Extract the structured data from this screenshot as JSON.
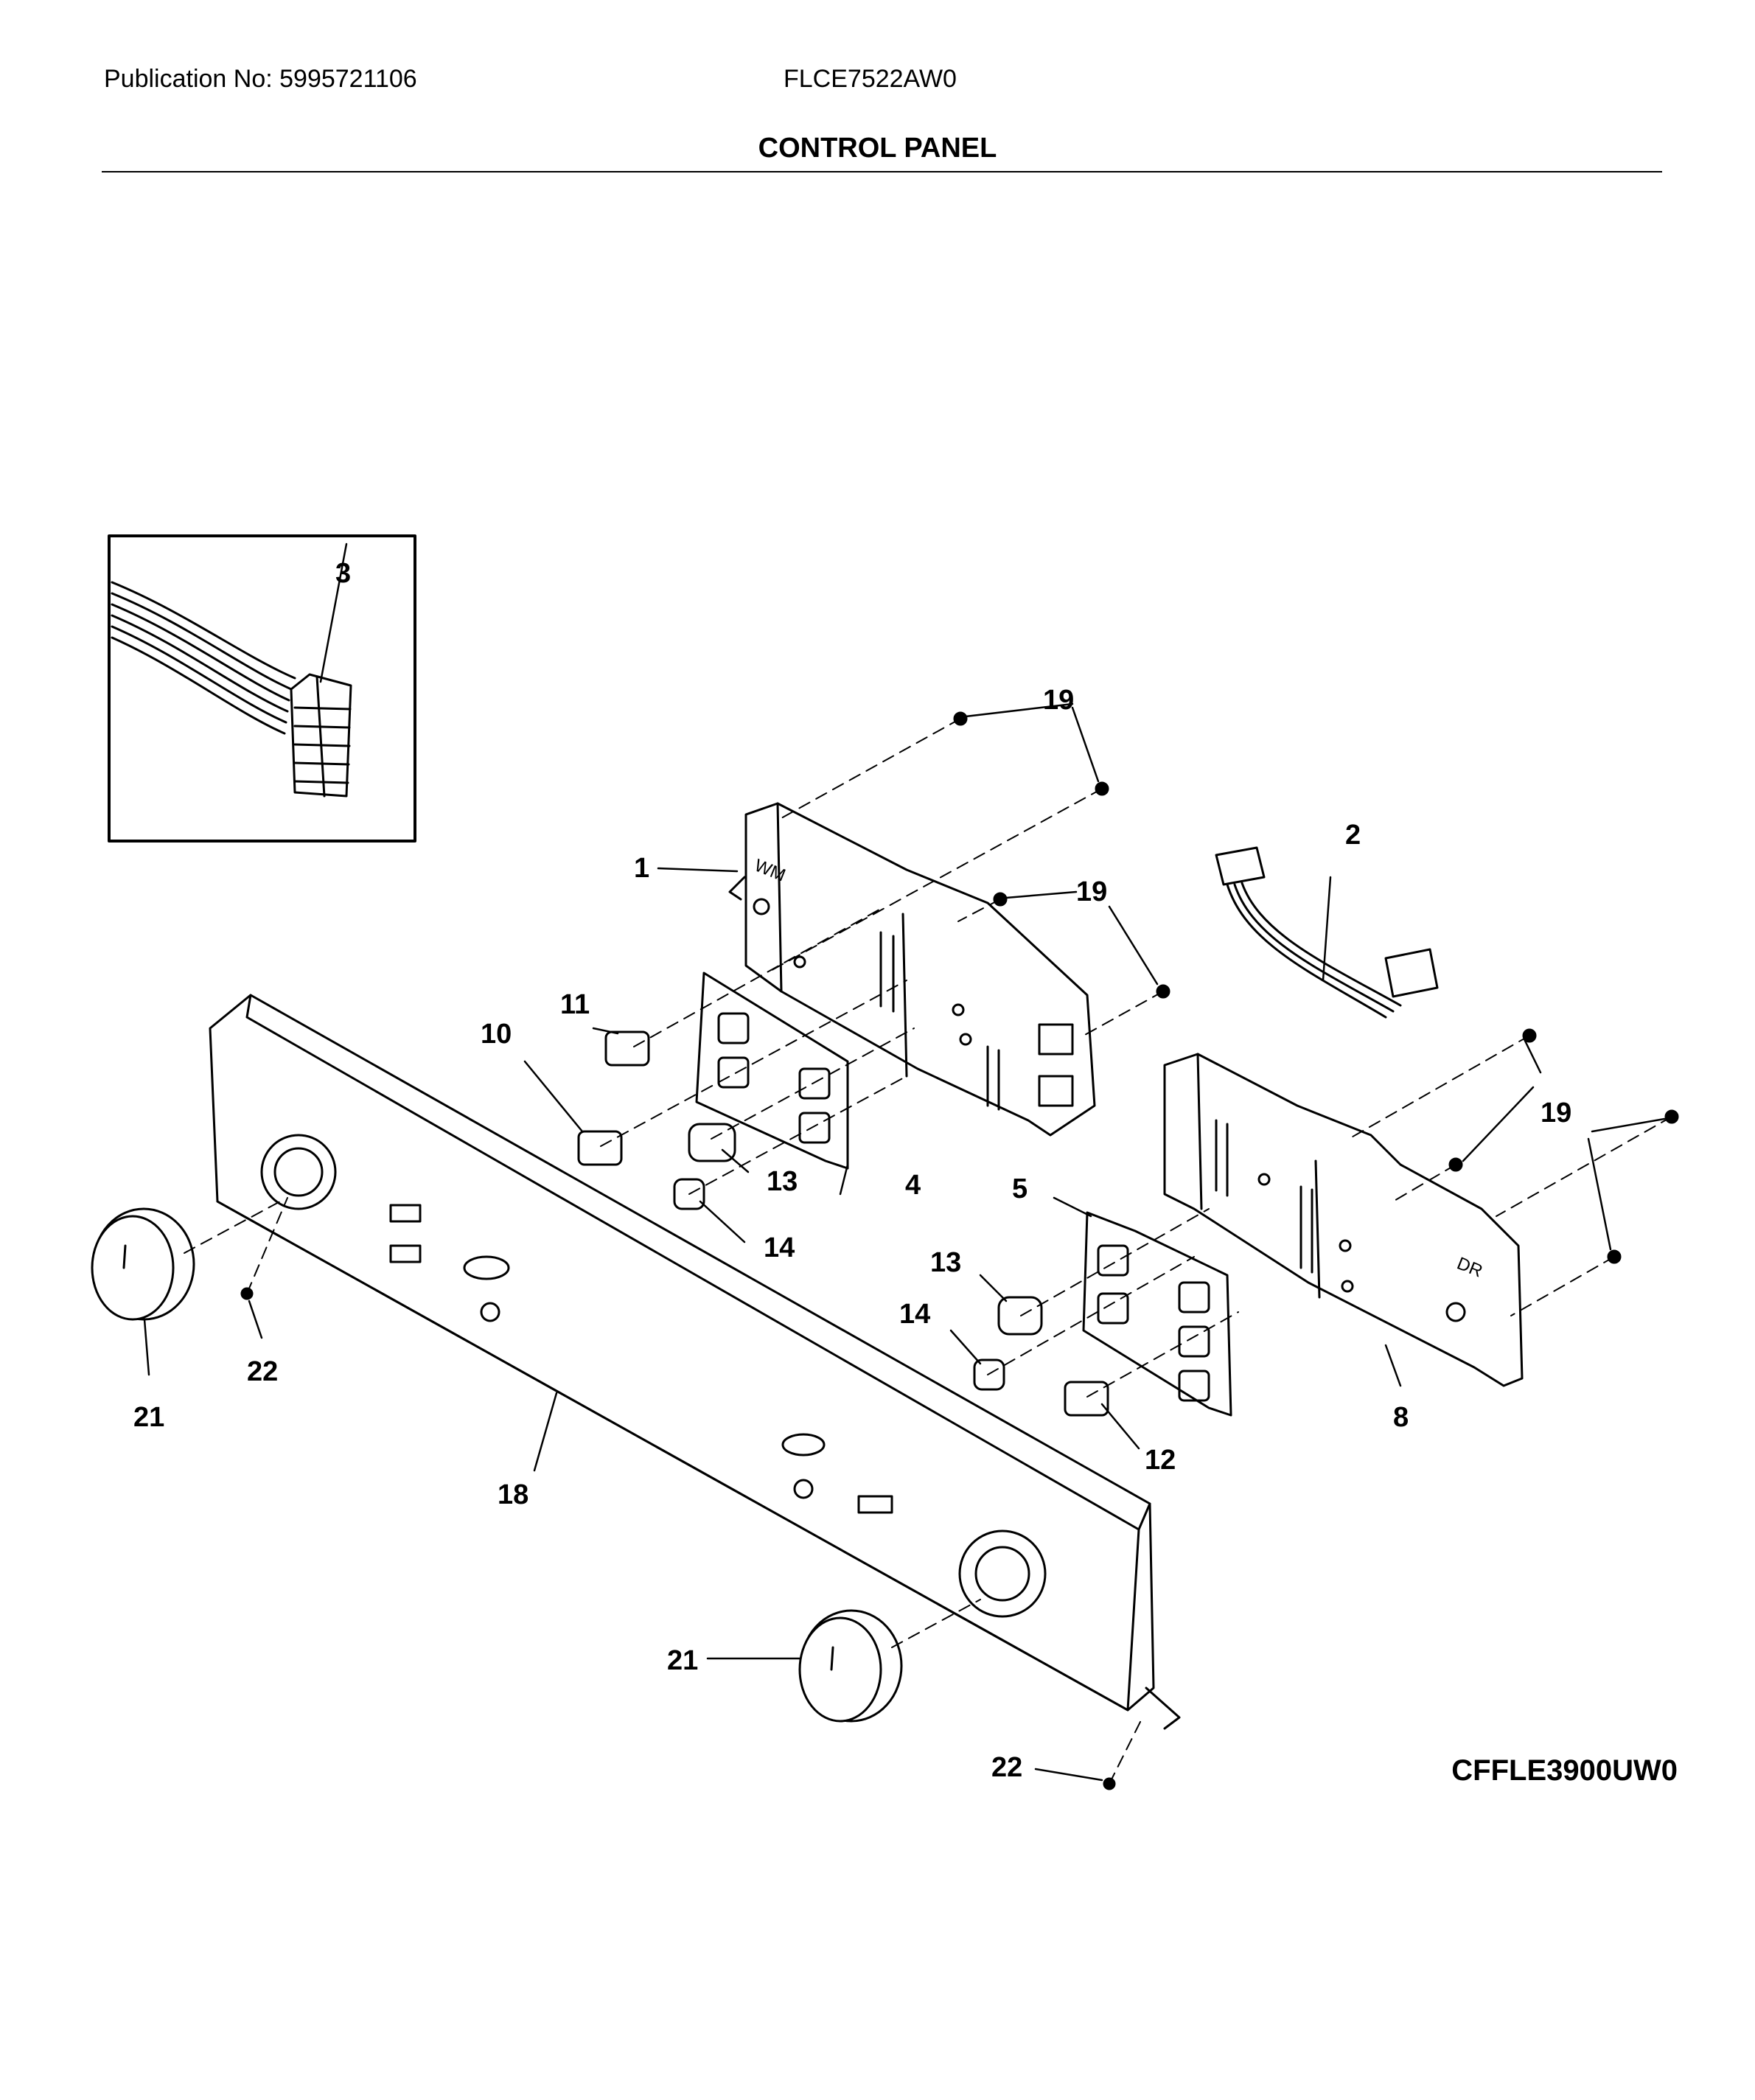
{
  "header": {
    "publication": "Publication No: 5995721106",
    "model": "FLCE7522AW0",
    "title": "CONTROL PANEL"
  },
  "diagram_code": "CFFLE3900UW0",
  "callouts": {
    "c1": "1",
    "c2": "2",
    "c3": "3",
    "c4": "4",
    "c5": "5",
    "c8": "8",
    "c10": "10",
    "c11": "11",
    "c12": "12",
    "c13a": "13",
    "c13b": "13",
    "c14a": "14",
    "c14b": "14",
    "c18": "18",
    "c19a": "19",
    "c19b": "19",
    "c19c": "19",
    "c21a": "21",
    "c21b": "21",
    "c22a": "22",
    "c22b": "22"
  },
  "part_marks": {
    "wm": "WM",
    "dr": "DR"
  }
}
